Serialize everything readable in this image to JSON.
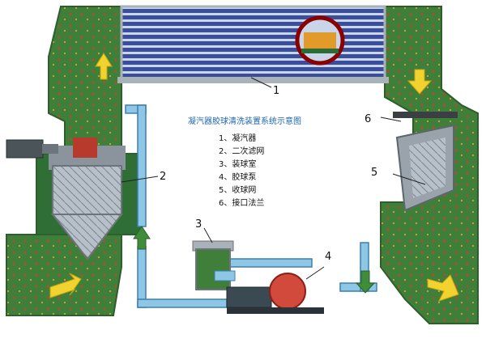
{
  "diagram": {
    "title": "凝汽器胶球清洗装置系统示意图",
    "legend": [
      "1、凝汽器",
      "2、二次滤网",
      "3、装球室",
      "4、胶球泵",
      "5、收球网",
      "6、接口法兰"
    ],
    "callouts": {
      "c1": "1",
      "c2": "2",
      "c3": "3",
      "c4": "4",
      "c5": "5",
      "c6": "6"
    }
  },
  "colors": {
    "duct_green": "#3f7f3a",
    "duct_dark": "#2d5f2a",
    "pipe_blue": "#8ec7e6",
    "pipe_edge": "#3d7fb0",
    "tube_blue": "#3b4e9c",
    "arrow_yellow": "#f2d22e",
    "pump_red": "#d24a3c",
    "frame_gray": "#a9b2b8"
  }
}
